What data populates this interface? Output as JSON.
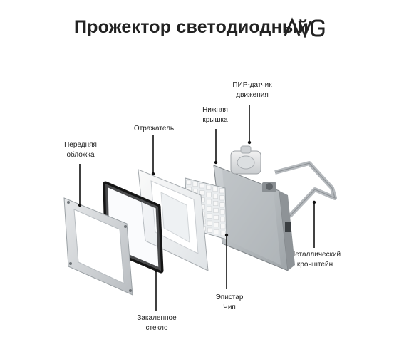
{
  "title": "Прожектор светодиодный",
  "logo_text": "AVG",
  "labels": {
    "pir": [
      "ПИР-датчик",
      "движения"
    ],
    "bottom_cover": [
      "Нижняя",
      "крышка"
    ],
    "reflector": [
      "Отражатель"
    ],
    "front_cover": [
      "Передняя",
      "обложка"
    ],
    "bracket": [
      "Металлический",
      "кронштейн"
    ],
    "chip": [
      "Эпистар",
      "Чип"
    ],
    "glass": [
      "Закаленное",
      "стекло"
    ]
  }
}
